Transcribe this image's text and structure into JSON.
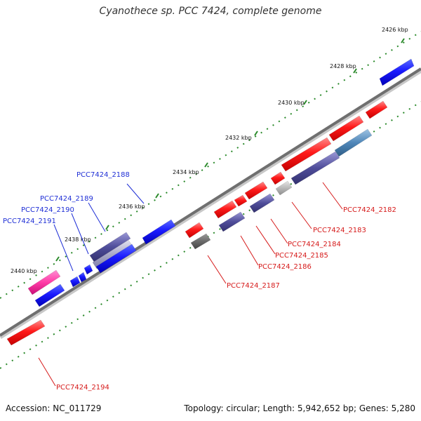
{
  "title": "Cyanothece sp. PCC 7424, complete genome",
  "footer": {
    "accession": "Accession: NC_011729",
    "summary": "Topology: circular; Length: 5,942,652 bp; Genes: 5,280"
  },
  "colors": {
    "background": "#ffffff",
    "backbone": "#777777",
    "tick": "#2b8a2b",
    "label_forward": "#1f2fd6",
    "label_reverse": "#d61a1a"
  },
  "ticks": [
    {
      "label": "2426 kbp"
    },
    {
      "label": "2428 kbp"
    },
    {
      "label": "2430 kbp"
    },
    {
      "label": "2432 kbp"
    },
    {
      "label": "2434 kbp"
    },
    {
      "label": "2436 kbp"
    },
    {
      "label": "2438 kbp"
    },
    {
      "label": "2440 kbp"
    }
  ],
  "gene_labels": [
    {
      "text": "PCC7424_2188",
      "strand": "forward"
    },
    {
      "text": "PCC7424_2189",
      "strand": "forward"
    },
    {
      "text": "PCC7424_2190",
      "strand": "forward"
    },
    {
      "text": "PCC7424_2191",
      "strand": "forward"
    },
    {
      "text": "PCC7424_2182",
      "strand": "reverse"
    },
    {
      "text": "PCC7424_2183",
      "strand": "reverse"
    },
    {
      "text": "PCC7424_2184",
      "strand": "reverse"
    },
    {
      "text": "PCC7424_2185",
      "strand": "reverse"
    },
    {
      "text": "PCC7424_2186",
      "strand": "reverse"
    },
    {
      "text": "PCC7424_2187",
      "strand": "reverse"
    },
    {
      "text": "PCC7424_2194",
      "strand": "reverse"
    }
  ]
}
